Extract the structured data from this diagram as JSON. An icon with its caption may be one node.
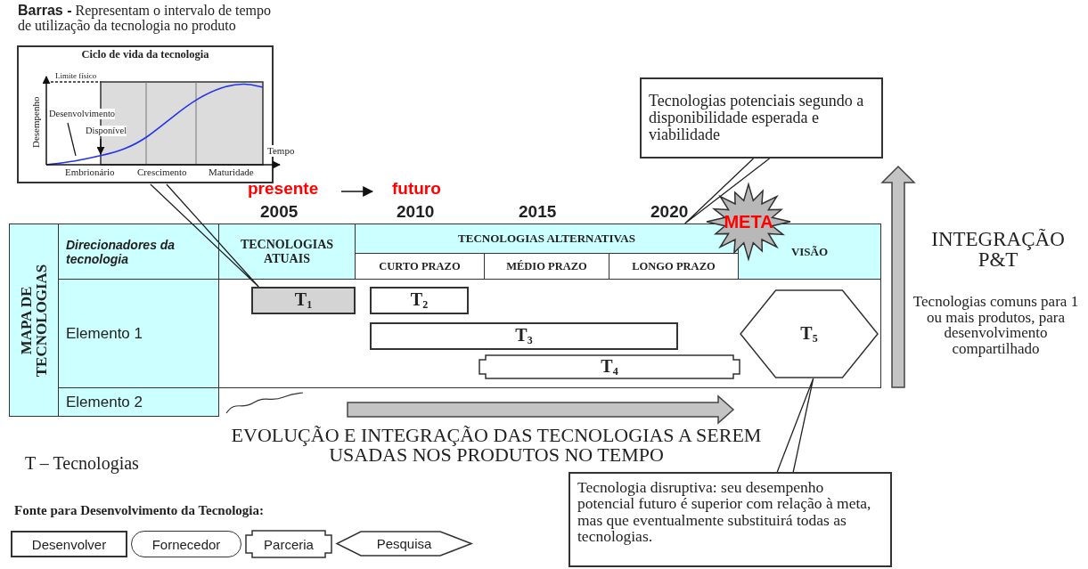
{
  "diagram": {
    "nodes": [
      {
        "text": [
          "**Barras -** Representam o intervalo de tempo de utilização da tecnologia no produto",
          "Ciclo de vida da tecnologia"
        ]
      },
      {
        "text": [
          "MAPA DE TECNOLOGIAS"
        ]
      },
      {
        "text": [
          "Direcionadores da tecnologia"
        ]
      },
      {
        "text": [
          "TECNOLOGIAS ATUAIS"
        ]
      },
      {
        "text": [
          "TECNOLOGIAS ALTERNATIVAS"
        ]
      },
      {
        "text": [
          "CURTO PRAZO"
        ]
      },
      {
        "text": [
          "MÉDIO PRAZO"
        ]
      },
      {
        "text": [
          "LONGO PRAZO"
        ]
      },
      {
        "text": [
          "VISÃO"
        ]
      },
      {
        "text": [
          "Elemento 1"
        ]
      },
      {
        "text": [
          "Elemento 2"
        ]
      },
      {
        "text": [],
        "shape": "box"
      },
      {
        "text": [
          "T$_{1}$"
        ],
        "in": 11
      },
      {
        "text": [
          "T$_{2}$"
        ],
        "in": 11
      },
      {
        "text": [
          "T$_{3}$"
        ],
        "in": 11
      },
      {
        "text": [
          "T$_{4}$"
        ],
        "in": 11
      },
      {
        "text": [
          "T$_{5}$"
        ],
        "in": 11
      },
      {
        "text": [
          "META"
        ]
      },
      {
        "text": [
          "Tecnologias potenciais segundo a disponibilidade esperada e viabilidade"
        ]
      },
      {
        "text": [
          "Tecnologia disruptiva: seu desempenho potencial futuro é superior com relação à meta, mas que eventualmente substituirá todas as tecnologias."
        ]
      },
      {
        "text": [
          "Desenvolver"
        ]
      },
      {
        "text": [
          "Fornecedor"
        ]
      },
      {
        "text": [
          "Parceria"
        ]
      },
      {
        "text": [
          "Pesquisa"
        ]
      }
    ],
    "edges": [
      {
        "from": 0,
        "to": 12,
        "arrow": "none"
      },
      {
        "from": 18,
        "to": 4,
        "arrow": "none"
      },
      {
        "from": 19,
        "to": 16,
        "arrow": "none"
      }
    ],
    "labels": [
      "Limite físico",
      "Desempenho",
      "Desenvolvimento",
      "Disponível",
      "Tempo",
      "Embrionário",
      "Crescimento",
      "Maturidade",
      "presente",
      "futuro",
      "2005",
      "2010",
      "2015",
      "2020",
      "INTEGRAÇÃO P&T",
      "Tecnologias comuns para 1 ou mais produtos, para desenvolvimento compartilhado",
      "EVOLUÇÃO E INTEGRAÇÃO DAS TECNOLOGIAS A SEREM USADAS NOS PRODUTOS NO TEMPO",
      "T – Tecnologias",
      "Fonte para Desenvolvimento da Tecnologia:"
    ]
  }
}
